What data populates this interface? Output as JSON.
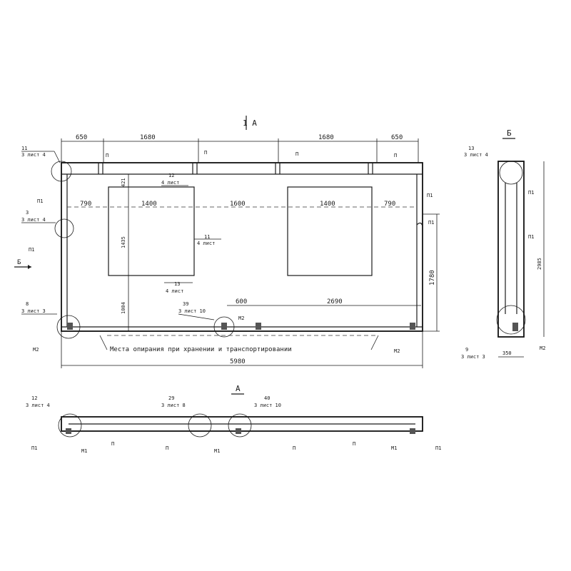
{
  "section_mark": "1 А",
  "view_b_title": "Б",
  "view_a_title": "А",
  "arrow_b_label": "Б",
  "dims": {
    "top_650_left": "650",
    "top_1680_left": "1680",
    "top_1680_right": "1680",
    "top_650_right": "650",
    "h_790_left": "790",
    "h_1400_left": "1400",
    "h_1600": "1600",
    "h_1400_right": "1400",
    "h_790_right": "790",
    "v_421": "421",
    "v_1435": "1435",
    "v_1004": "1004",
    "v_1780": "1780",
    "d_600": "600",
    "d_2690": "2690",
    "overall": "5980",
    "side_height": "2985",
    "side_width": "350"
  },
  "callouts": {
    "c11_sheet4": {
      "num": "11",
      "sheet": "3 лист 4"
    },
    "c3_sheet4": {
      "num": "3",
      "sheet": "3 лист 4"
    },
    "c12_sheet4": {
      "num": "12",
      "sheet": "4 лист"
    },
    "c11_sheet5": {
      "num": "11",
      "sheet": "4 лист"
    },
    "c13_sheet5": {
      "num": "13",
      "sheet": "4 лист"
    },
    "c8_sheet3": {
      "num": "8",
      "sheet": "3 лист 3"
    },
    "c39_sheet10": {
      "num": "39",
      "sheet": "3 лист 10"
    },
    "c13_b": {
      "num": "13",
      "sheet": "3 лист 4"
    },
    "c9_b": {
      "num": "9",
      "sheet": "3 лист 3"
    },
    "c12_a": {
      "num": "12",
      "sheet": "3 лист 4"
    },
    "c29_a": {
      "num": "29",
      "sheet": "3 лист 8"
    },
    "c40_a": {
      "num": "40",
      "sheet": "3 лист 10"
    }
  },
  "marks": {
    "P": "П",
    "P1": "П1",
    "M1": "М1",
    "M2": "М2"
  },
  "support_note": "Места опирания при хранении и транспортировании"
}
